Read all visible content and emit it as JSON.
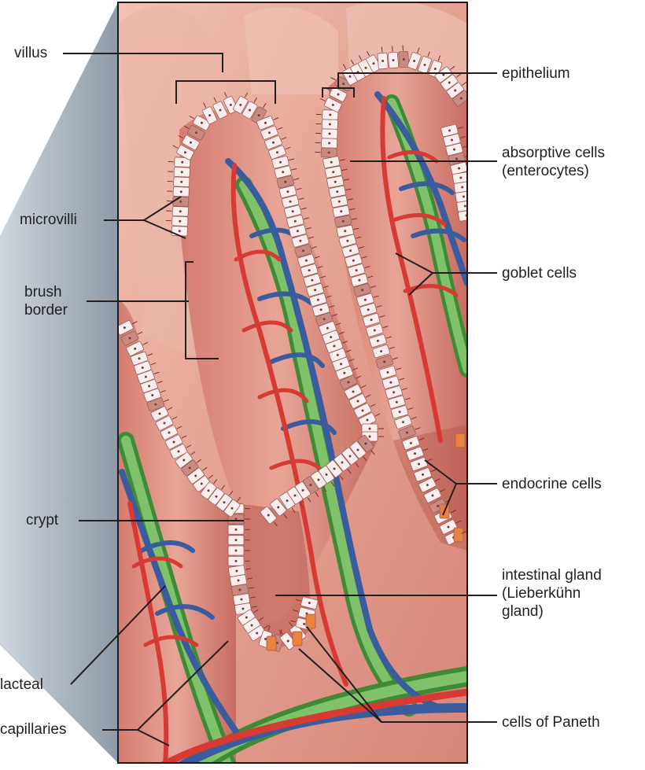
{
  "labels": {
    "villus": "villus",
    "microvilli": "microvilli",
    "brush_border": [
      "brush",
      "border"
    ],
    "crypt": "crypt",
    "lacteal": "lacteal",
    "capillaries": "capillaries",
    "epithelium": "epithelium",
    "absorptive_cells": [
      "absorptive cells",
      "(enterocytes)"
    ],
    "goblet_cells": "goblet cells",
    "endocrine_cells": "endocrine cells",
    "intestinal_gland": [
      "intestinal gland",
      "(Lieberkühn",
      "gland)"
    ],
    "cells_of_paneth": "cells of Paneth"
  },
  "colors": {
    "tissue_base": "#e8aa9c",
    "tissue_dark": "#c96e64",
    "epithelium_cell": "#fbeeee",
    "goblet_cell": "#c98a82",
    "artery": "#e0443c",
    "vein": "#4a6fb5",
    "lacteal": "#5aae4a",
    "paneth": "#e8823c",
    "frame": "#1a1a1a",
    "zoom_wedge": "#a8b4c0"
  }
}
